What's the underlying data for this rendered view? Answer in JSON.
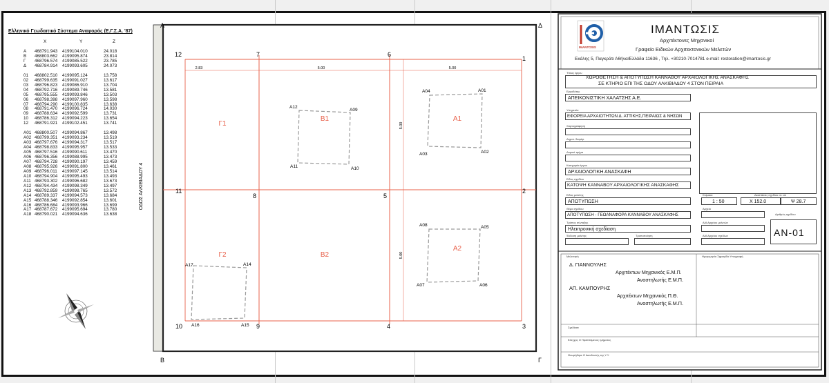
{
  "coord_table": {
    "title": "Ελληνικό Γεωδαιτικό Σύστημα Αναφοράς (Ε.Γ.Σ.Α. '87)",
    "headers": [
      "X",
      "Y",
      "Z"
    ],
    "groups": [
      [
        [
          "Α",
          "468791.943",
          "4199104.010",
          "24.018"
        ],
        [
          "Β",
          "468803.662",
          "4199095.874",
          "23.814"
        ],
        [
          "Γ",
          "468796.574",
          "4199085.522",
          "23.785"
        ],
        [
          "Δ",
          "468784.914",
          "4199093.605",
          "24.073"
        ]
      ],
      [
        [
          "01",
          "468802.510",
          "4199095.124",
          "13.758"
        ],
        [
          "02",
          "468799.635",
          "4199091.027",
          "13.617"
        ],
        [
          "03",
          "468796.823",
          "4199086.910",
          "13.704"
        ],
        [
          "04",
          "468792.716",
          "4199089.746",
          "13.581"
        ],
        [
          "05",
          "468795.555",
          "4199093.846",
          "13.503"
        ],
        [
          "06",
          "468798.398",
          "4199097.960",
          "13.598"
        ],
        [
          "07",
          "468794.290",
          "4199100.835",
          "13.638"
        ],
        [
          "08",
          "468791.470",
          "4199096.724",
          "14.030"
        ],
        [
          "09",
          "468788.634",
          "4199092.599",
          "13.731"
        ],
        [
          "10",
          "468786.312",
          "4199094.223",
          "13.654"
        ],
        [
          "12",
          "468791.921",
          "4199102.451",
          "13.741"
        ]
      ],
      [
        [
          "A01",
          "468800.507",
          "4199094.867",
          "13.498"
        ],
        [
          "A02",
          "468799.351",
          "4199093.234",
          "13.519"
        ],
        [
          "A03",
          "468797.676",
          "4199094.317",
          "13.517"
        ],
        [
          "A04",
          "468798.833",
          "4199095.957",
          "13.533"
        ],
        [
          "A05",
          "468797.516",
          "4199090.611",
          "13.470"
        ],
        [
          "A06",
          "468796.356",
          "4199088.995",
          "13.473"
        ],
        [
          "A07",
          "468794.728",
          "4199090.197",
          "13.459"
        ],
        [
          "A08",
          "468795.926",
          "4199091.800",
          "13.461"
        ],
        [
          "A09",
          "468796.011",
          "4199097.145",
          "13.514"
        ],
        [
          "A10",
          "468794.904",
          "4199095.493",
          "13.493"
        ],
        [
          "A11",
          "468793.302",
          "4199096.682",
          "13.673"
        ],
        [
          "A12",
          "468794.434",
          "4199098.349",
          "13.497"
        ],
        [
          "A13",
          "468792.859",
          "4199098.765",
          "13.572"
        ],
        [
          "A14",
          "468789.337",
          "4199094.573",
          "13.684"
        ],
        [
          "A15",
          "468788.346",
          "4199092.854",
          "13.601"
        ],
        [
          "A16",
          "468786.684",
          "4199093.966",
          "13.699"
        ],
        [
          "A17",
          "468787.672",
          "4199095.694",
          "13.780"
        ],
        [
          "A18",
          "468790.021",
          "4199094.636",
          "13.638"
        ]
      ]
    ]
  },
  "street_label": "ΟΔΟΣ ΑΛΚΙΒΙΑΔΟΥ 4",
  "corner_labels": [
    "Α",
    "Δ",
    "Β",
    "Γ"
  ],
  "grid_points": [
    "12",
    "7",
    "6",
    "1",
    "11",
    "8",
    "5",
    "2",
    "10",
    "9",
    "4",
    "3"
  ],
  "sectors": [
    "Γ1",
    "Β1",
    "Α1",
    "Γ2",
    "Β2",
    "Α2"
  ],
  "dimensions": [
    "2.83",
    "5.00",
    "5.00",
    "5.00",
    "5.00"
  ],
  "trench_points": [
    "A12",
    "A09",
    "A11",
    "A10",
    "A04",
    "A01",
    "A03",
    "A02",
    "A08",
    "A05",
    "A07",
    "A06",
    "A17",
    "A14",
    "A16",
    "A15"
  ],
  "colors": {
    "grid": "#e8604a",
    "sector_label": "#e8604a",
    "trench": "#999999"
  },
  "title_block": {
    "company": "ΙΜΑΝΤΩΣΙΣ",
    "subtitle1": "Αρχιτέκτονες Μηχανικοί",
    "subtitle2": "Γραφείο Ειδικών Αρχιτεκτονικών Μελετών",
    "address": "Εκάλης 5, Παγκράτι  Αθήνα/Ελλάδα 11636 , Τηλ. +30210-7014781   e-mail: restoration@imantosis.gr",
    "logo_text": "IMANTOSIS",
    "fields": {
      "project_cap": "Τίτλος έργου",
      "project": [
        "ΧΩΡΟΘΕΤΗΣΗ & ΑΠΟΤΥΠΩΣΗ ΚΑΝΝΑΒΟΥ ΑΡΧΑΙΟΛΟΓΙΚΗΣ ΑΝΑΣΚΑΦΗΣ",
        "ΣΕ ΚΤΗΡΙΟ ΕΠΙ ΤΗΣ ΟΔΟΥ ΑΛΚΙΒΙΑΔΟΥ 4 ΣΤΟΝ ΠΕΙΡΑΙΑ"
      ],
      "employer_cap": "Εργοδότης",
      "employer": "ΑΠΕΙΚΟΝΙΣΤΙΚΗ ΧΑΛΑΤΣΗΣ Α.Ε.",
      "authority_cap": "Υπηρεσία",
      "authority": "ΕΦΟΡΕΙΑ ΑΡΧΑΙΟΤΗΤΩΝ Δ. ΑΤΤΙΚΗΣ,ΠΕΙΡΑΙΩΣ & ΝΗΣΩΝ",
      "topo_cap": "Χαρτογράφηση",
      "municipality_cap": "Δημοτ. διαμέρ.",
      "block_cap": "Δομικό τμήμα",
      "category_cap": "Κατηγορία έργου",
      "category": "ΑΡΧΑΙΟΛΟΓΙΚΗ ΑΝΑΣΚΑΦΗ",
      "drawing_type_cap": "Είδος σχεδίου",
      "drawing_type": "ΚΑΤΟΨΗ ΚΑΝΝΑΒΟΥ ΑΡΧΑΙΟΛΟΓΙΚΗΣ ΑΝΑΣΚΑΦΗΣ",
      "study_type_cap": "Είδος μελέτης",
      "study_type": "ΑΠΟΤΥΠΩΣΗ",
      "scale_cap": "Κλίμακα",
      "scale": "1 : 50",
      "size_cap": "Διαστάσεις σχεδίου σε cm",
      "size_x": "Χ  152.0",
      "size_y": "Ψ  28.7",
      "title_cap": "Θέμα σχεδίου",
      "title": "ΑΠΟΤΥΠΩΣΗ - ΓΕΩΑΝΑΦΟΡΑ ΚΑΝΝΑΒΟΥ ΑΝΑΣΚΑΦΗΣ",
      "method_cap": "Τρόπος σύνταξης",
      "method": "Ηλεκτρονική σχεδίαση",
      "version_cap": "Έκδοση μελέτης",
      "revision_cap": "Τροποποίηση",
      "file_cap": "Αρχείο",
      "file_no_cap": "Α/Α Αρχείου μελετών",
      "drawing_no_cap": "Α/Α Αρχείου σχεδίων",
      "sheet_cap": "Αριθμός σχεδίου",
      "sheet": "ΑΝ-01",
      "designers_cap": "Μελετητές",
      "date_cap": "Ημερομηνία Σφραγίδα Υπογραφή",
      "designers": [
        [
          "Δ. ΓΙΑΝΝΟΥΛΗΣ",
          "left"
        ],
        [
          "Αρχιτέκτων Μηχανικός Ε.Μ.Π.",
          "right"
        ],
        [
          "Αναστηλωτής Ε.Μ.Π.",
          "right"
        ],
        [
          "ΑΠ. ΚΑΜΠΟΥΡΗΣ",
          "left"
        ],
        [
          "Αρχιτέκτων Μηχανικός Π.Θ.",
          "right"
        ],
        [
          "Αναστηλωτής Ε.Μ.Π.",
          "right"
        ]
      ],
      "drafter_cap": "Σχεδίασε",
      "checked_cap": "Ελεγχος Ο Προϊστάμενος τμήματος",
      "approved_cap": "Θεωρήθηκε Ο Διευθυντής της Υ.Υ."
    }
  }
}
